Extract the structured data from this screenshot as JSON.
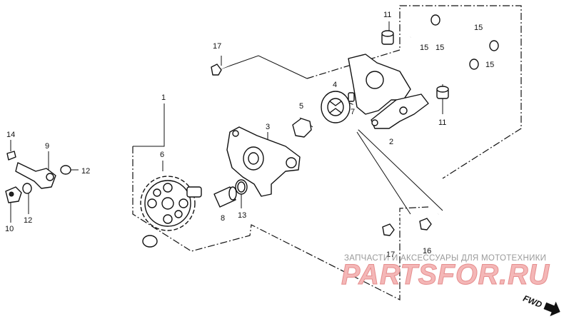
{
  "callouts": {
    "c1": "1",
    "c2": "2",
    "c3": "3",
    "c4": "4",
    "c5": "5",
    "c6": "6",
    "c7": "7",
    "c8": "8",
    "c9": "9",
    "c10": "10",
    "c11a": "11",
    "c11b": "11",
    "c12a": "12",
    "c12b": "12",
    "c13": "13",
    "c14": "14",
    "c15a": "15",
    "c15b": "15",
    "c15c": "15",
    "c15d": "15",
    "c16": "16",
    "c17a": "17",
    "c17b": "17"
  },
  "watermark": {
    "caption": "ЗАПЧАСТИ И АКСЕССУАРЫ ДЛЯ МОТОТЕХНИКИ",
    "logo": "PARTSFOR.RU"
  },
  "direction_label": "FWD"
}
